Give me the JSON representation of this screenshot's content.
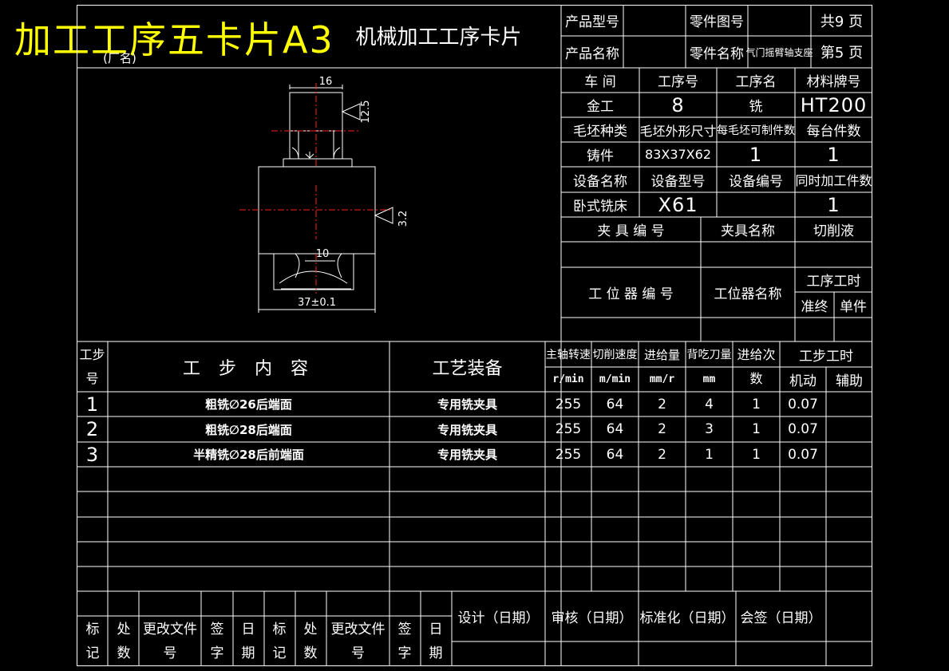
{
  "banner": "加工工序五卡片A3",
  "header": {
    "card_title": "机械加工工序卡片",
    "factory": "(厂名)",
    "product_model_label": "产品型号",
    "product_name_label": "产品名称",
    "part_drawing_label": "零件图号",
    "part_name_label": "零件名称",
    "part_name_value": "气门摇臂轴支座",
    "total_pages": "共9 页",
    "page_no": "第5 页"
  },
  "process": {
    "workshop_label": "车 间",
    "op_no_label": "工序号",
    "op_name_label": "工序名",
    "material_label": "材料牌号",
    "workshop": "金工",
    "op_no": "8",
    "op_name": "铣",
    "material": "HT200",
    "blank_type_label": "毛坯种类",
    "blank_size_label": "毛坯外形尺寸",
    "per_blank_label": "每毛坯可制件数",
    "per_unit_label": "每台件数",
    "blank_type": "铸件",
    "blank_size": "83X37X62",
    "per_blank": "1",
    "per_unit": "1",
    "equip_name_label": "设备名称",
    "equip_model_label": "设备型号",
    "equip_no_label": "设备编号",
    "simul_label": "同时加工件数",
    "equip_name": "卧式铣床",
    "equip_model": "X61",
    "simul": "1",
    "fixture_no_label": "夹 具 编 号",
    "fixture_name_label": "夹具名称",
    "coolant_label": "切削液",
    "station_no_label": "工 位 器 编 号",
    "station_name_label": "工位器名称",
    "op_time_label": "工序工时",
    "prep_label": "准终",
    "unit_label": "单件"
  },
  "drawing": {
    "dim_top": "16",
    "dim_mid": "10",
    "dim_bottom": "37±0.1",
    "rough_top": "12.5",
    "rough_right": "3.2"
  },
  "steps": {
    "h_no": "工步号",
    "h_content": "工 步 内 容",
    "h_equip": "工艺装备",
    "h_speed": "主轴转速",
    "h_cut_speed": "切削速度",
    "h_feed": "进给量",
    "h_depth": "背吃刀量",
    "h_passes": "进给次数",
    "h_time": "工步工时",
    "u_speed": "r/min",
    "u_cut_speed": "m/min",
    "u_feed": "mm/r",
    "u_depth": "mm",
    "h_machine": "机动",
    "h_aux": "辅助",
    "rows": [
      {
        "no": "1",
        "content": "粗铣∅26后端面",
        "equip": "专用铣夹具",
        "speed": "255",
        "cut": "64",
        "feed": "2",
        "depth": "4",
        "passes": "1",
        "machine": "0.07",
        "aux": ""
      },
      {
        "no": "2",
        "content": "粗铣∅28后端面",
        "equip": "专用铣夹具",
        "speed": "255",
        "cut": "64",
        "feed": "2",
        "depth": "3",
        "passes": "1",
        "machine": "0.07",
        "aux": ""
      },
      {
        "no": "3",
        "content": "半精铣∅28后前端面",
        "equip": "专用铣夹具",
        "speed": "255",
        "cut": "64",
        "feed": "2",
        "depth": "1",
        "passes": "1",
        "machine": "0.07",
        "aux": ""
      }
    ]
  },
  "footer": {
    "mark": "标记",
    "count": "处数",
    "change_doc": "更改文件号",
    "sign": "签字",
    "date": "日期",
    "design": "设计（日期）",
    "review": "审核（日期）",
    "standard": "标准化（日期）",
    "countersign": "会签（日期）"
  }
}
